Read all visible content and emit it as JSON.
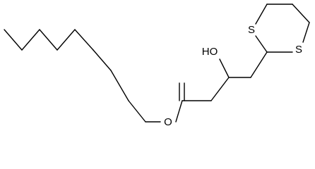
{
  "molecule": {
    "atoms": {
      "hydroxyl": "HO",
      "ester_oxygen": "O",
      "sulfur_left": "S",
      "sulfur_right": "S"
    }
  }
}
